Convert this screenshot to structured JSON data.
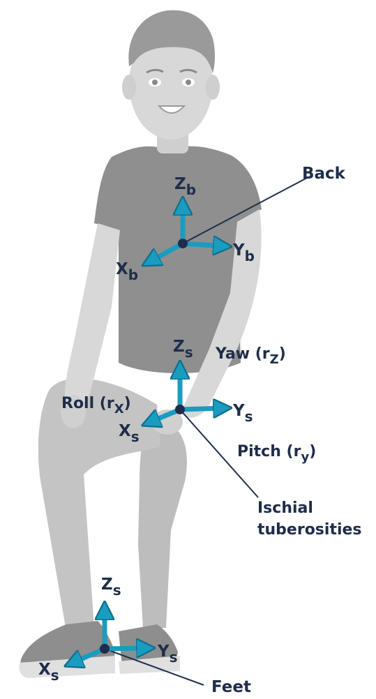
{
  "colors": {
    "skin": "#d8d8d8",
    "skin_dark": "#c6c6c6",
    "shirt": "#8f8f8f",
    "shirt_dark": "#7c7c7c",
    "pants": "#c4c4c4",
    "pants_dark": "#b0b0b0",
    "hair": "#9a9a9a",
    "shoe": "#8e8e8e",
    "sole": "#e0e0e0",
    "axis": "#1a9cc0",
    "axis_stroke": "#0f6f8c",
    "label": "#1f2d4a",
    "pointer": "#1f2d4a"
  },
  "labels": {
    "back": "Back",
    "ischial_line1": "Ischial",
    "ischial_line2": "tuberosities",
    "feet": "Feet",
    "yaw": "Yaw (r",
    "yaw_sub": "Z",
    "roll": "Roll (r",
    "roll_sub": "X",
    "pitch": "Pitch (r",
    "pitch_sub": "y",
    "close_paren": ")"
  },
  "frames": {
    "back": {
      "z": "Z",
      "z_sub": "b",
      "x": "X",
      "x_sub": "b",
      "y": "Y",
      "y_sub": "b"
    },
    "seat": {
      "z": "Z",
      "z_sub": "s",
      "x": "X",
      "x_sub": "s",
      "y": "Y",
      "y_sub": "s"
    },
    "feet": {
      "z": "Z",
      "z_sub": "s",
      "x": "X",
      "x_sub": "s",
      "y": "Y",
      "y_sub": "s"
    }
  }
}
